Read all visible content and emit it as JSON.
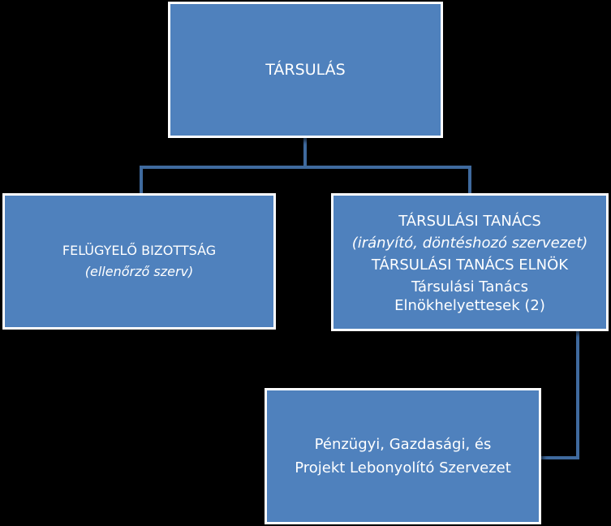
{
  "colors": {
    "box_fill": "#4f81bd",
    "box_border": "#ffffff",
    "connector": "#3f6a9e",
    "background": "#000000"
  },
  "nodes": {
    "top": {
      "label": "TÁRSULÁS"
    },
    "left": {
      "label": "FELÜGYELŐ BIZOTTSÁG",
      "sublabel": "(ellenőrző szerv)"
    },
    "right": {
      "label": "TÁRSULÁSI TANÁCS",
      "sublabel": "(irányító, döntéshozó szervezet)",
      "line3": "TÁRSULÁSI TANÁCS ELNÖK",
      "line4": "Társulási Tanács",
      "line5": "Elnökhelyettesek (2)"
    },
    "bottom": {
      "line1": "Pénzügyi, Gazdasági, és",
      "line2": "Projekt Lebonyolító Szervezet"
    }
  },
  "edges": [
    {
      "from": "top",
      "to": "left"
    },
    {
      "from": "top",
      "to": "right"
    },
    {
      "from": "right",
      "to": "bottom"
    }
  ]
}
